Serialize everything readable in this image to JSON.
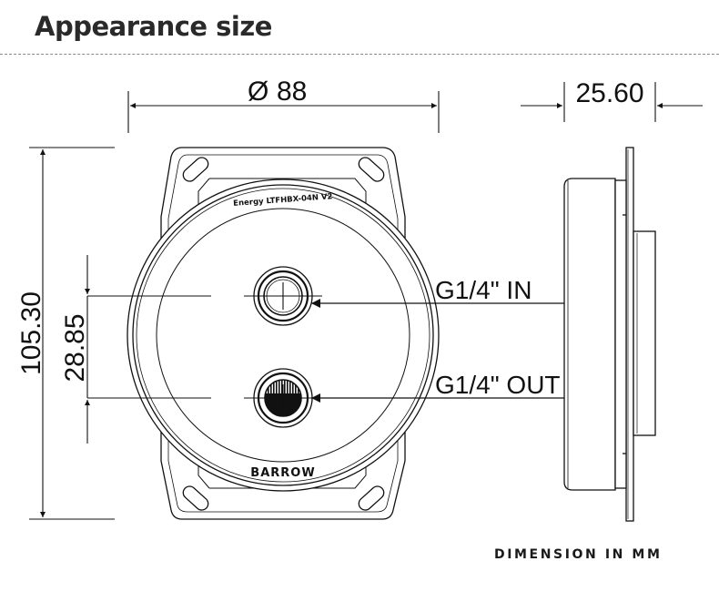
{
  "page": {
    "title": "Appearance size",
    "footer": "DIMENSION IN MM"
  },
  "dimensions": {
    "diameter_symbol": "Ø",
    "diameter": "88",
    "depth": "25.60",
    "height": "105.30",
    "port_spacing": "28.85"
  },
  "ports": {
    "inlet": "G1/4\" IN",
    "outlet": "G1/4\" OUT"
  },
  "product": {
    "model_label": "Energy LTFHBX-04N V2",
    "brand": "BARROW"
  }
}
